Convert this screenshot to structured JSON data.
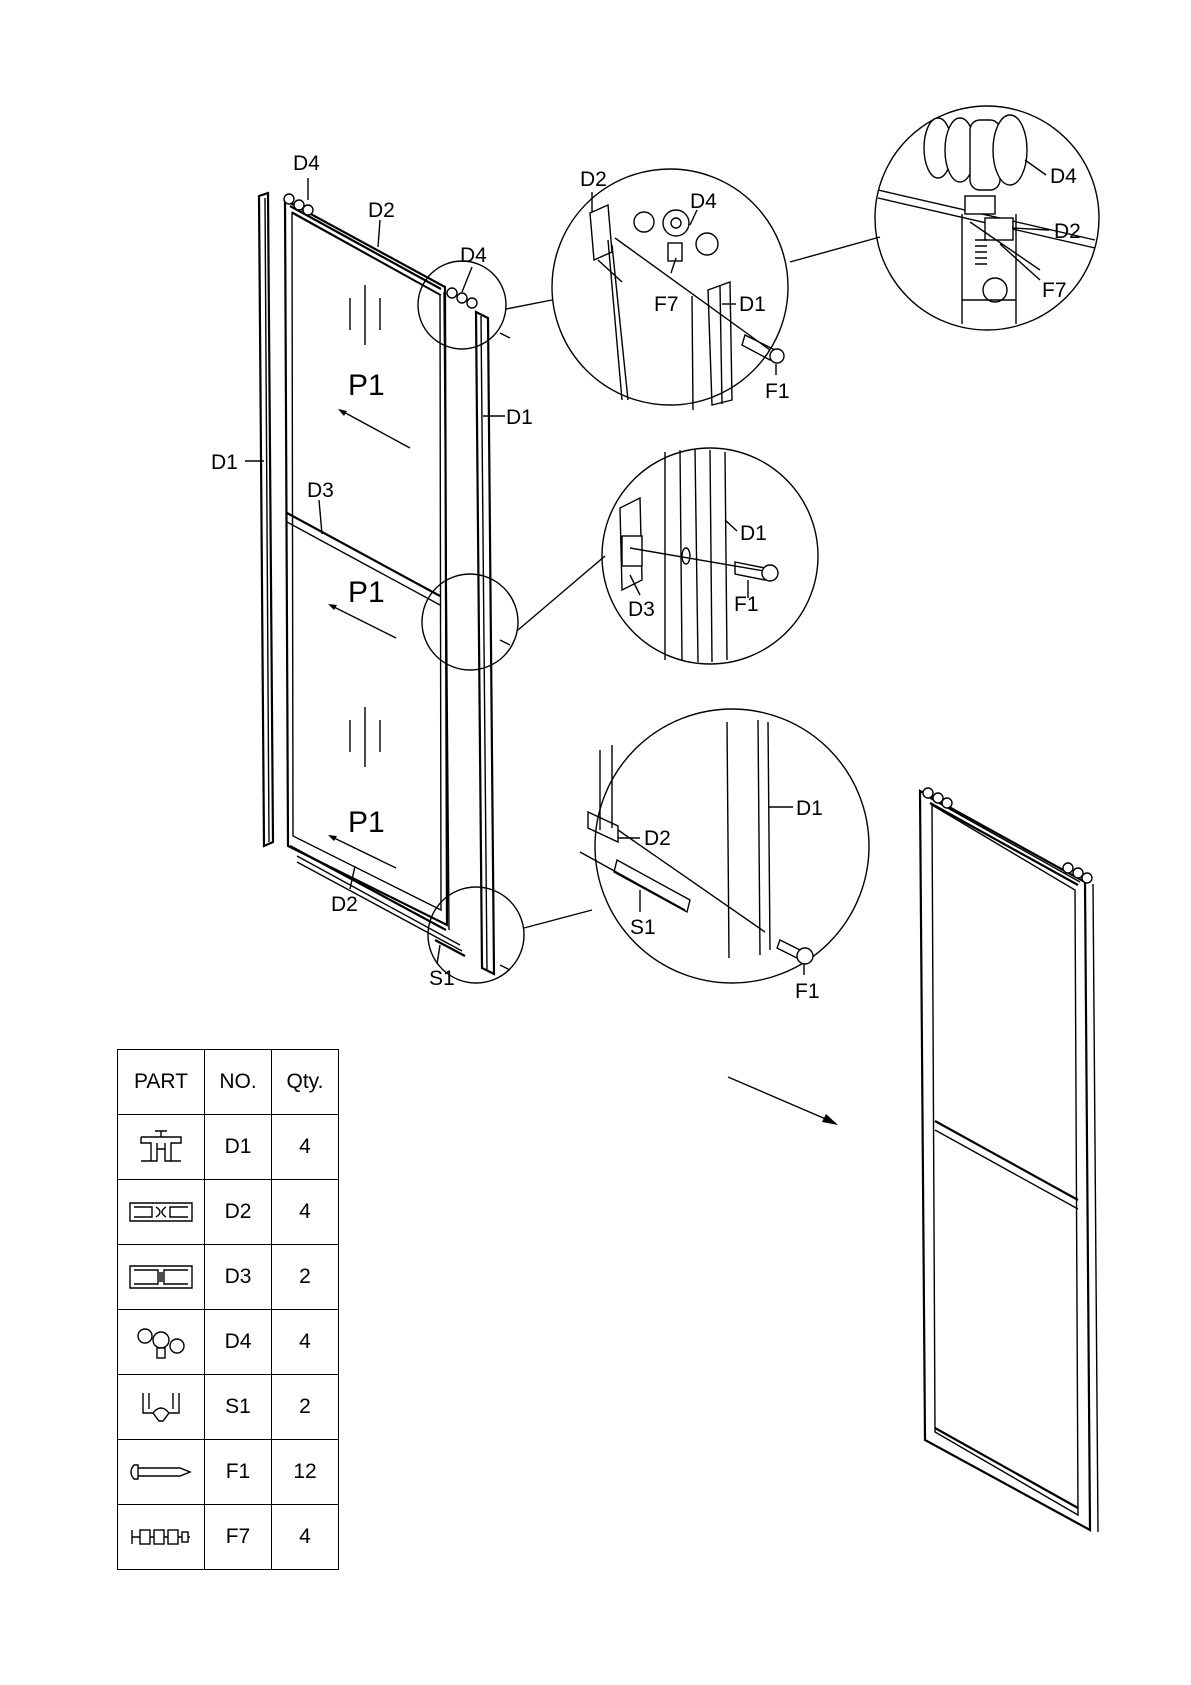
{
  "labels": {
    "d1_left": "D1",
    "d1_right": "D1",
    "d2_top": "D2",
    "d2_bottom": "D2",
    "d3": "D3",
    "d4_left": "D4",
    "d4_right": "D4",
    "s1": "S1",
    "p1_top": "P1",
    "p1_mid": "P1",
    "p1_bot": "P1"
  },
  "detail_top": {
    "d2": "D2",
    "d4": "D4",
    "f7": "F7",
    "d1": "D1",
    "f1": "F1"
  },
  "detail_roller": {
    "d4": "D4",
    "d2": "D2",
    "f7": "F7"
  },
  "detail_middle": {
    "d1": "D1",
    "d3": "D3",
    "f1": "F1"
  },
  "detail_bottom": {
    "d1": "D1",
    "d2": "D2",
    "s1": "S1",
    "f1": "F1"
  },
  "parts_table": {
    "headers": [
      "PART",
      "NO.",
      "Qty."
    ],
    "rows": [
      {
        "icon": "h-profile-icon",
        "no": "D1",
        "qty": "4"
      },
      {
        "icon": "top-track-profile-icon",
        "no": "D2",
        "qty": "4"
      },
      {
        "icon": "middle-profile-icon",
        "no": "D3",
        "qty": "2"
      },
      {
        "icon": "roller-icon",
        "no": "D4",
        "qty": "4"
      },
      {
        "icon": "seal-clip-icon",
        "no": "S1",
        "qty": "2"
      },
      {
        "icon": "screw-icon",
        "no": "F1",
        "qty": "12"
      },
      {
        "icon": "bolt-nut-icon",
        "no": "F7",
        "qty": "4"
      }
    ]
  }
}
